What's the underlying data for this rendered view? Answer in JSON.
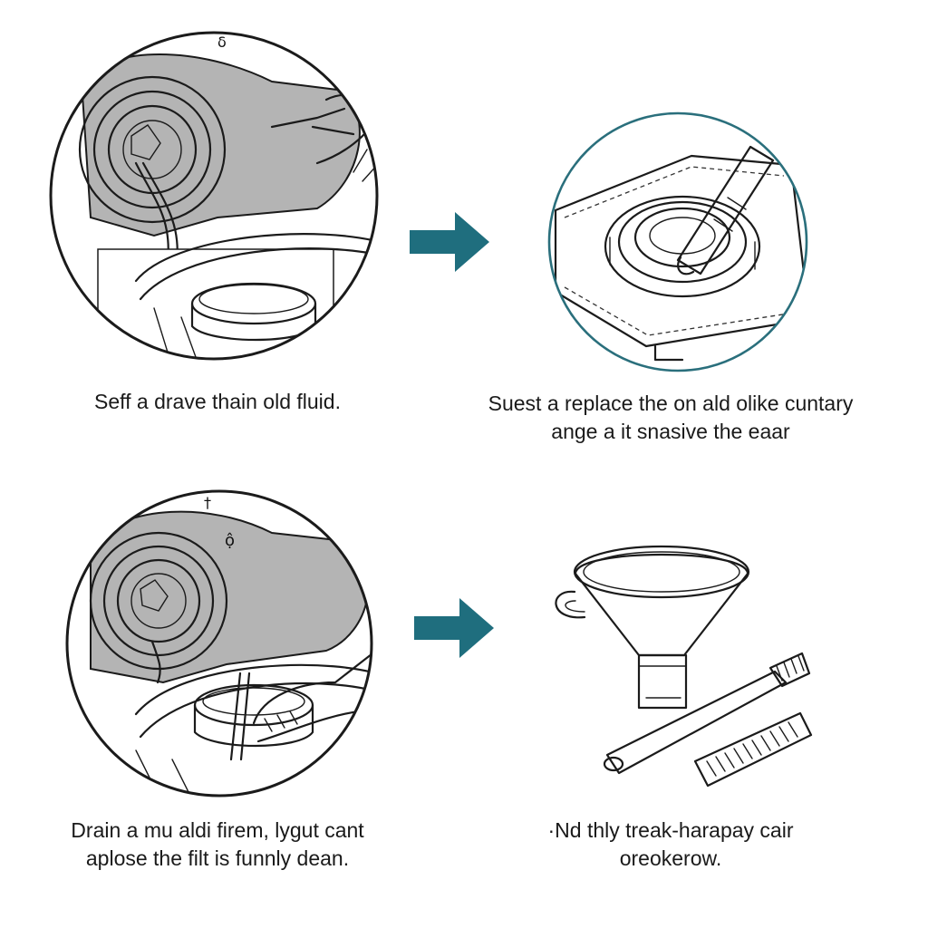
{
  "steps": [
    {
      "lines": [
        "Seff a drave thain old fluid."
      ]
    },
    {
      "lines": [
        "Suest a replace the on ald olike cuntary",
        "ange a it snasive the eaar"
      ]
    },
    {
      "lines": [
        "Drain a mu aldi firem, lygut cant",
        "aplose the filt is funnly dean."
      ]
    },
    {
      "lines": [
        "·Nd thly treak-harapay cair",
        "oreokerow."
      ]
    }
  ],
  "colors": {
    "arrow": "#1f6e7e",
    "ring": "#2a6f7c",
    "shade": "#b4b4b4",
    "ink": "#1b1b1b"
  }
}
